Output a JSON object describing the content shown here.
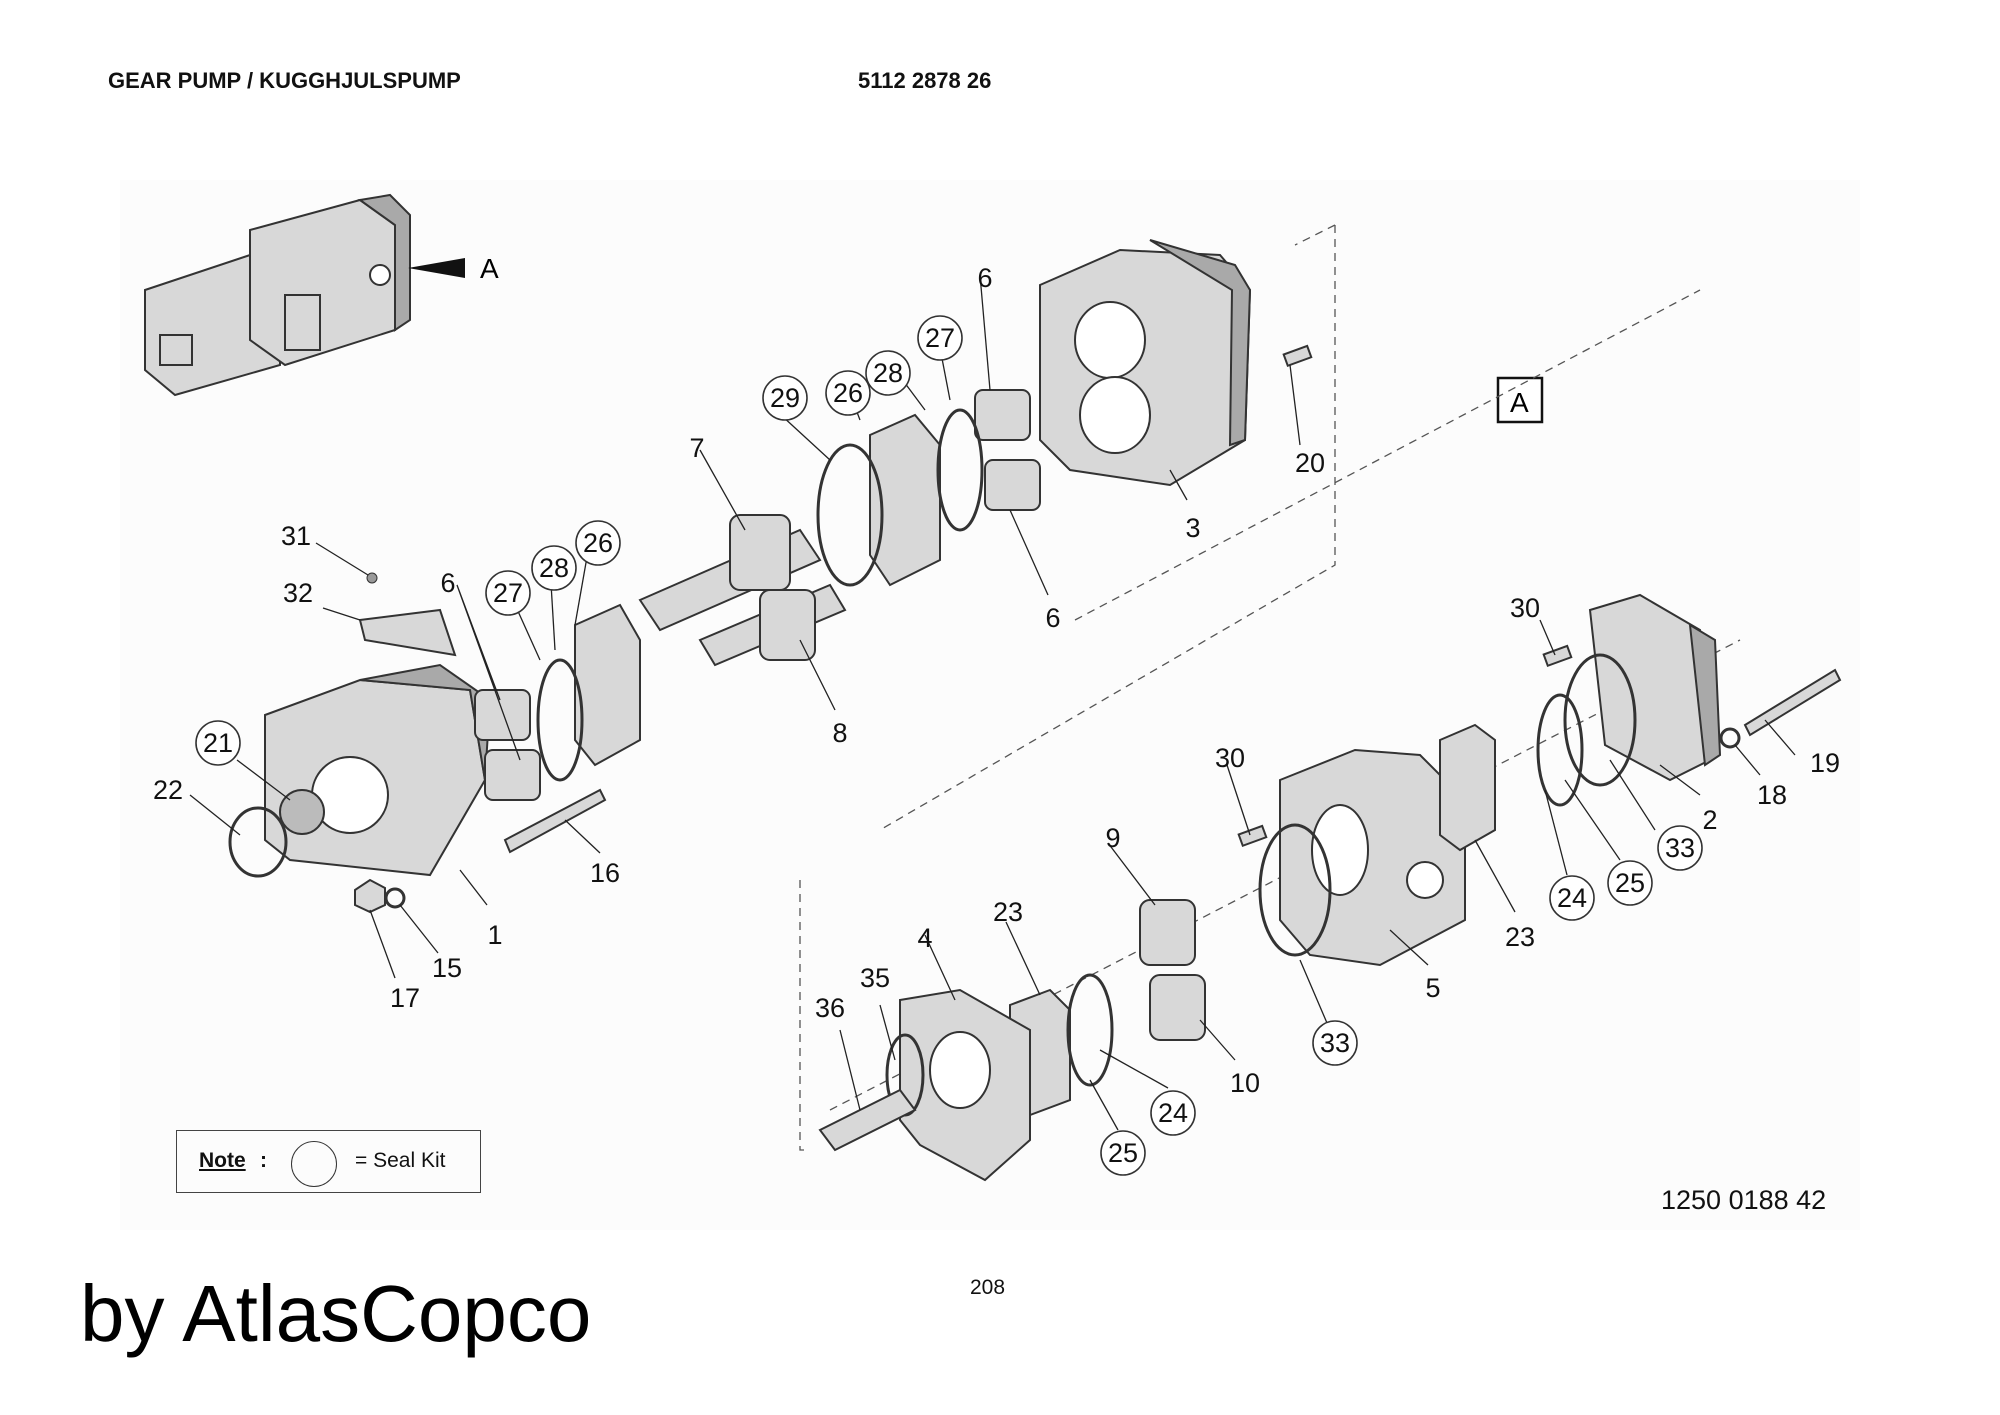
{
  "header": {
    "title": "GEAR PUMP / KUGGHJULSPUMP",
    "part_number": "5112 2878 26"
  },
  "view_label": "A",
  "view_box_label": "A",
  "callouts": [
    {
      "label": "1",
      "seal": false
    },
    {
      "label": "2",
      "seal": false
    },
    {
      "label": "3",
      "seal": false
    },
    {
      "label": "4",
      "seal": false
    },
    {
      "label": "5",
      "seal": false
    },
    {
      "label": "6",
      "seal": false
    },
    {
      "label": "6",
      "seal": false
    },
    {
      "label": "6",
      "seal": false
    },
    {
      "label": "7",
      "seal": false
    },
    {
      "label": "8",
      "seal": false
    },
    {
      "label": "9",
      "seal": false
    },
    {
      "label": "10",
      "seal": false
    },
    {
      "label": "15",
      "seal": false
    },
    {
      "label": "16",
      "seal": false
    },
    {
      "label": "17",
      "seal": false
    },
    {
      "label": "18",
      "seal": false
    },
    {
      "label": "19",
      "seal": false
    },
    {
      "label": "20",
      "seal": false
    },
    {
      "label": "21",
      "seal": true
    },
    {
      "label": "22",
      "seal": false
    },
    {
      "label": "23",
      "seal": false
    },
    {
      "label": "23",
      "seal": false
    },
    {
      "label": "24",
      "seal": true
    },
    {
      "label": "24",
      "seal": true
    },
    {
      "label": "25",
      "seal": true
    },
    {
      "label": "25",
      "seal": true
    },
    {
      "label": "26",
      "seal": true
    },
    {
      "label": "26",
      "seal": true
    },
    {
      "label": "27",
      "seal": true
    },
    {
      "label": "27",
      "seal": true
    },
    {
      "label": "28",
      "seal": true
    },
    {
      "label": "28",
      "seal": true
    },
    {
      "label": "29",
      "seal": true
    },
    {
      "label": "30",
      "seal": false
    },
    {
      "label": "30",
      "seal": false
    },
    {
      "label": "31",
      "seal": false
    },
    {
      "label": "32",
      "seal": false
    },
    {
      "label": "33",
      "seal": true
    },
    {
      "label": "33",
      "seal": true
    },
    {
      "label": "35",
      "seal": false
    },
    {
      "label": "36",
      "seal": false
    }
  ],
  "note": {
    "label": "Note",
    "colon": ":",
    "text": "= Seal Kit"
  },
  "drawing_number": "1250 0188 42",
  "page_number": "208",
  "footer": "by AtlasCopco"
}
